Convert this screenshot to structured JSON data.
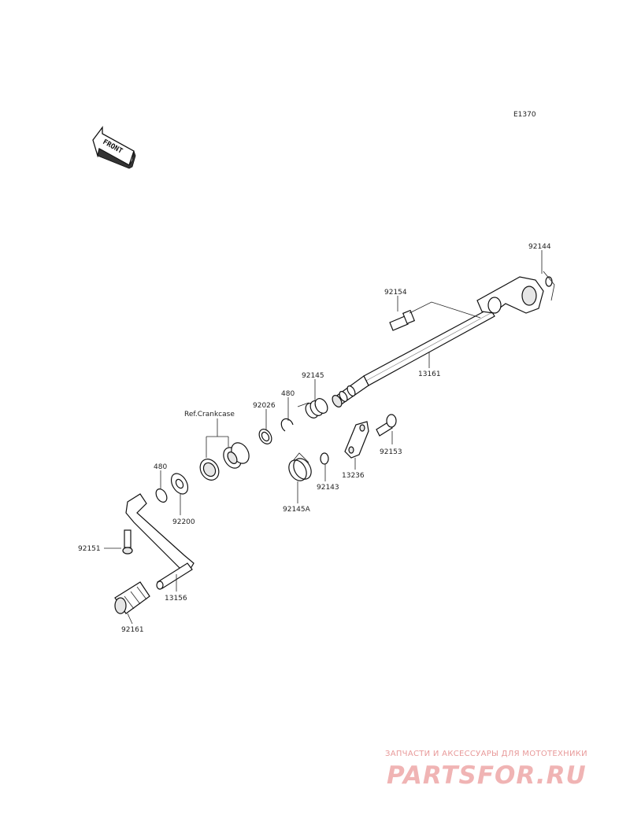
{
  "diagram_code": "E1370",
  "front_label": "FRONT",
  "ref_label": "Ref.Crankcase",
  "parts": {
    "p92144": "92144",
    "p92154": "92154",
    "p13161": "13161",
    "p92145": "92145",
    "p480a": "480",
    "p92026": "92026",
    "p92153": "92153",
    "p13236": "13236",
    "p92143": "92143",
    "p92145A": "92145A",
    "p480b": "480",
    "p92200": "92200",
    "p92151": "92151",
    "p13156": "13156",
    "p92161": "92161"
  },
  "watermark": {
    "tagline": "ЗАПЧАСТИ И АКСЕССУАРЫ ДЛЯ МОТОТЕХНИКИ",
    "logo": "PARTSFOR.RU"
  }
}
